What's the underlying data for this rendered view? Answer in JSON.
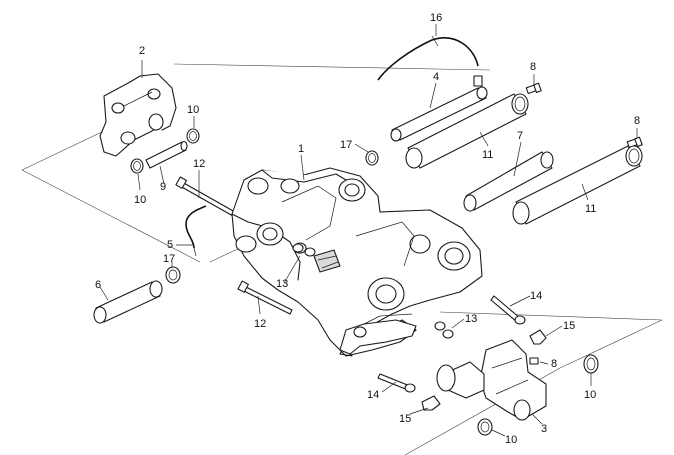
{
  "callouts": {
    "c1": "1",
    "c2": "2",
    "c3": "3",
    "c4": "4",
    "c5": "5",
    "c6": "6",
    "c7": "7",
    "c8a": "8",
    "c8b": "8",
    "c8c": "8",
    "c9": "9",
    "c10a": "10",
    "c10b": "10",
    "c10c": "10",
    "c10d": "10",
    "c11a": "11",
    "c11b": "11",
    "c12a": "12",
    "c12b": "12",
    "c13a": "13",
    "c13b": "13",
    "c14a": "14",
    "c14b": "14",
    "c15a": "15",
    "c15b": "15",
    "c16": "16",
    "c17a": "17",
    "c17b": "17"
  }
}
